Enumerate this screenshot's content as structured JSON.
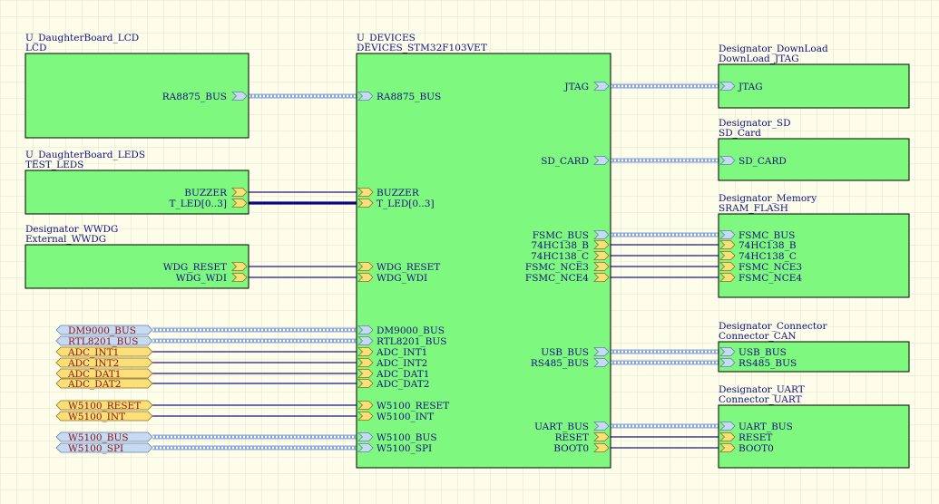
{
  "blocks": [
    {
      "id": "lcd",
      "designator": "U_DaughterBoard_LCD",
      "filename": "LCD",
      "ports": [
        {
          "name": "RA8875_BUS",
          "kind": "bus"
        }
      ]
    },
    {
      "id": "leds",
      "designator": "U_DaughterBoard_LEDS",
      "filename": "TEST_LEDS",
      "ports": [
        {
          "name": "BUZZER",
          "kind": "io"
        },
        {
          "name": "T_LED[0..3]",
          "kind": "io"
        }
      ]
    },
    {
      "id": "wwdg",
      "designator": "Designator_WWDG",
      "filename": "External_WWDG",
      "ports": [
        {
          "name": "WDG_RESET",
          "kind": "io"
        },
        {
          "name": "WDG_WDI",
          "kind": "io"
        }
      ]
    },
    {
      "id": "devices",
      "designator": "U_DEVICES",
      "filename": "DEVICES_STM32F103VET",
      "left_ports": [
        {
          "name": "RA8875_BUS",
          "kind": "bus"
        },
        {
          "name": "BUZZER",
          "kind": "io"
        },
        {
          "name": "T_LED[0..3]",
          "kind": "io"
        },
        {
          "name": "WDG_RESET",
          "kind": "io"
        },
        {
          "name": "WDG_WDI",
          "kind": "io"
        },
        {
          "name": "DM9000_BUS",
          "kind": "bus"
        },
        {
          "name": "RTL8201_BUS",
          "kind": "bus"
        },
        {
          "name": "ADC_INT1",
          "kind": "io"
        },
        {
          "name": "ADC_INT2",
          "kind": "io"
        },
        {
          "name": "ADC_DAT1",
          "kind": "io"
        },
        {
          "name": "ADC_DAT2",
          "kind": "io"
        },
        {
          "name": "W5100_RESET",
          "kind": "io"
        },
        {
          "name": "W5100_INT",
          "kind": "io"
        },
        {
          "name": "W5100_BUS",
          "kind": "bus"
        },
        {
          "name": "W5100_SPI",
          "kind": "bus"
        }
      ],
      "right_ports": [
        {
          "name": "JTAG",
          "kind": "bus"
        },
        {
          "name": "SD_CARD",
          "kind": "bus"
        },
        {
          "name": "FSMC_BUS",
          "kind": "bus"
        },
        {
          "name": "74HC138_B",
          "kind": "io"
        },
        {
          "name": "74HC138_C",
          "kind": "io"
        },
        {
          "name": "FSMC_NCE3",
          "kind": "io"
        },
        {
          "name": "FSMC_NCE4",
          "kind": "io"
        },
        {
          "name": "USB_BUS",
          "kind": "bus"
        },
        {
          "name": "RS485_BUS",
          "kind": "bus"
        },
        {
          "name": "UART_BUS",
          "kind": "bus"
        },
        {
          "name": "RESET",
          "kind": "io"
        },
        {
          "name": "BOOT0",
          "kind": "io"
        }
      ]
    },
    {
      "id": "download",
      "designator": "Designator_DownLoad",
      "filename": "DownLoad_JTAG",
      "ports": [
        {
          "name": "JTAG",
          "kind": "bus"
        }
      ]
    },
    {
      "id": "sd",
      "designator": "Designator_SD",
      "filename": "SD_Card",
      "ports": [
        {
          "name": "SD_CARD",
          "kind": "bus"
        }
      ]
    },
    {
      "id": "memory",
      "designator": "Designator_Memory",
      "filename": "SRAM_FLASH",
      "ports": [
        {
          "name": "FSMC_BUS",
          "kind": "bus"
        },
        {
          "name": "74HC138_B",
          "kind": "io"
        },
        {
          "name": "74HC138_C",
          "kind": "io"
        },
        {
          "name": "FSMC_NCE3",
          "kind": "io"
        },
        {
          "name": "FSMC_NCE4",
          "kind": "io"
        }
      ]
    },
    {
      "id": "can",
      "designator": "Designator_Connector",
      "filename": "Connector_CAN",
      "ports": [
        {
          "name": "USB_BUS",
          "kind": "bus"
        },
        {
          "name": "RS485_BUS",
          "kind": "bus"
        }
      ]
    },
    {
      "id": "uart",
      "designator": "Designator_UART",
      "filename": "Connector_UART",
      "ports": [
        {
          "name": "UART_BUS",
          "kind": "bus"
        },
        {
          "name": "RESET",
          "kind": "io"
        },
        {
          "name": "BOOT0",
          "kind": "io"
        }
      ]
    }
  ],
  "net_ports": [
    {
      "name": "DM9000_BUS",
      "kind": "bus"
    },
    {
      "name": "RTL8201_BUS",
      "kind": "bus"
    },
    {
      "name": "ADC_INT1",
      "kind": "io"
    },
    {
      "name": "ADC_INT2",
      "kind": "io"
    },
    {
      "name": "ADC_DAT1",
      "kind": "io"
    },
    {
      "name": "ADC_DAT2",
      "kind": "io"
    },
    {
      "name": "W5100_RESET",
      "kind": "io"
    },
    {
      "name": "W5100_INT",
      "kind": "io"
    },
    {
      "name": "W5100_BUS",
      "kind": "bus"
    },
    {
      "name": "W5100_SPI",
      "kind": "bus"
    }
  ],
  "colors": {
    "background": "#fdfde9",
    "grid": "#e4e4d4",
    "sheet_fill": "#7ef87e",
    "bus_port": "#c5daf3",
    "io_port": "#fbe07a",
    "wire": "#1a1a8c",
    "bus_wire": "#8aa6e0"
  }
}
